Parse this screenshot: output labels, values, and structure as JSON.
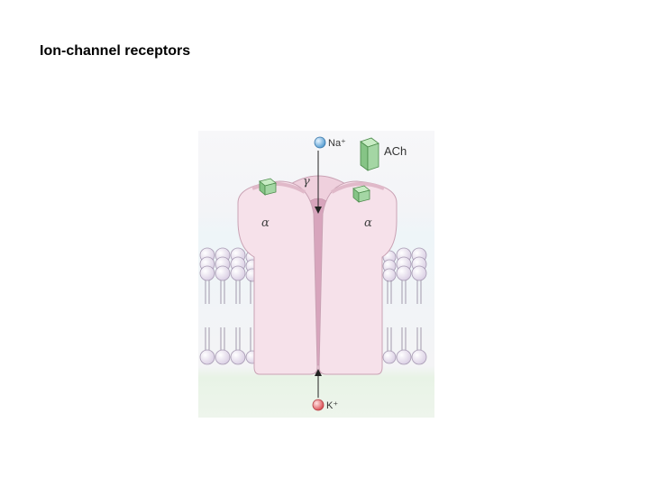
{
  "slide": {
    "title": "Ion-channel receptors"
  },
  "diagram": {
    "ions": {
      "top": "Na⁺",
      "bottom": "K⁺"
    },
    "ligand": "ACh",
    "subunits": {
      "left": "α",
      "center": "γ",
      "right": "α"
    },
    "colors": {
      "channel_fill": "#f6e1ea",
      "channel_outline": "#c9a2b4",
      "pore_fill": "#d7a4bc",
      "membrane_head": "#efe8f3",
      "ach_green": "#a4d6a4",
      "na_ion": "#8ec3e6",
      "k_ion": "#f08080"
    }
  }
}
